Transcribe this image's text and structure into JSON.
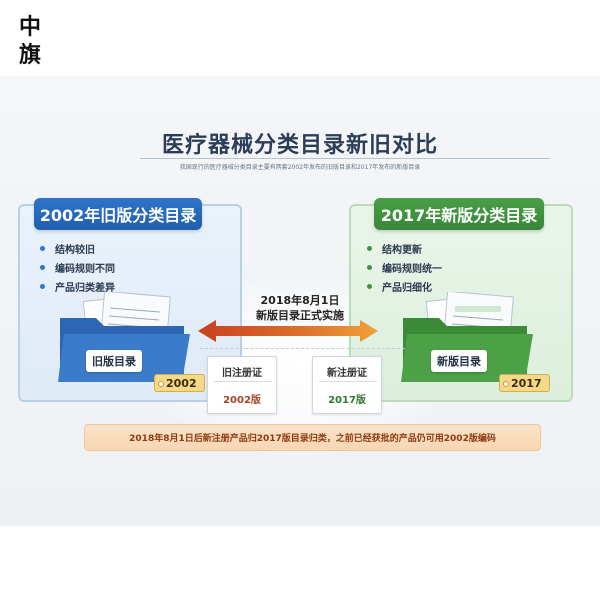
{
  "brand": {
    "char1": "中",
    "char2": "旗"
  },
  "title": "医疗器械分类目录新旧对比",
  "subtitle": "我国现行的医疗器械分类目录主要有两套2002年发布的旧版目录和2017年发布的新版目录",
  "old_panel": {
    "header": "2002年旧版分类目录",
    "bullets": [
      "结构较旧",
      "编码规则不同",
      "产品归类差异"
    ],
    "folder_label": "旧版目录",
    "tag": "2002"
  },
  "new_panel": {
    "header": "2017年新版分类目录",
    "bullets": [
      "结构更新",
      "编码规则统一",
      "产品归细化"
    ],
    "folder_label": "新版目录",
    "tag": "2017"
  },
  "transition": {
    "date": "2018年8月1日",
    "text": "新版目录正式实施"
  },
  "certificates": {
    "old": {
      "title": "旧注册证",
      "value": "2002版"
    },
    "new": {
      "title": "新注册证",
      "value": "2017版"
    }
  },
  "note": "2018年8月1日后新注册产品归2017版目录归类，之前已经获批的产品仍可用2002版编码",
  "colors": {
    "old_accent": "#2f74c8",
    "new_accent": "#3f943c",
    "arrow_left": "#c8401e",
    "arrow_right": "#f0a03a"
  }
}
